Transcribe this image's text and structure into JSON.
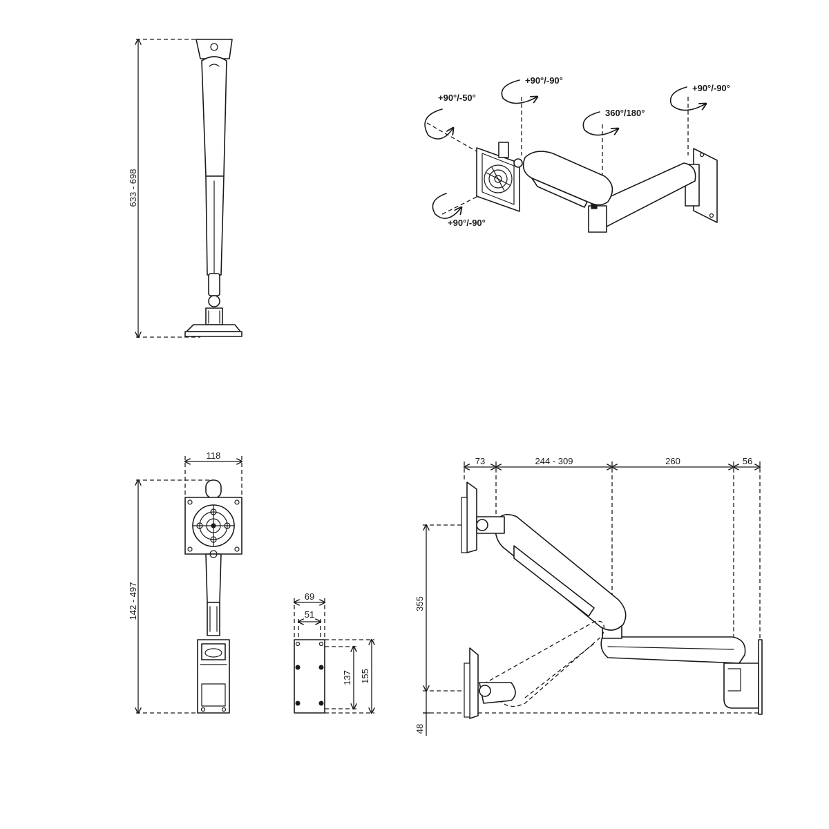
{
  "rotations": {
    "tilt": "+90°/-50°",
    "head_swivel_top": "+90°/-90°",
    "joint_mid": "360°/180°",
    "wall_joint": "+90°/-90°",
    "head_swivel_bottom": "+90°/-90°"
  },
  "dimensions": {
    "total_height": "633 - 698",
    "front_width": "118",
    "front_height": "142 - 497",
    "plate_width_outer": "69",
    "plate_width_inner": "51",
    "plate_height_inner": "137",
    "plate_height_outer": "155",
    "depth_head": "73",
    "depth_arm1": "244 - 309",
    "depth_arm2": "260",
    "depth_wall": "56",
    "height_range": "355",
    "height_min": "48"
  },
  "colors": {
    "line": "#1a1a1a",
    "background": "#ffffff"
  }
}
